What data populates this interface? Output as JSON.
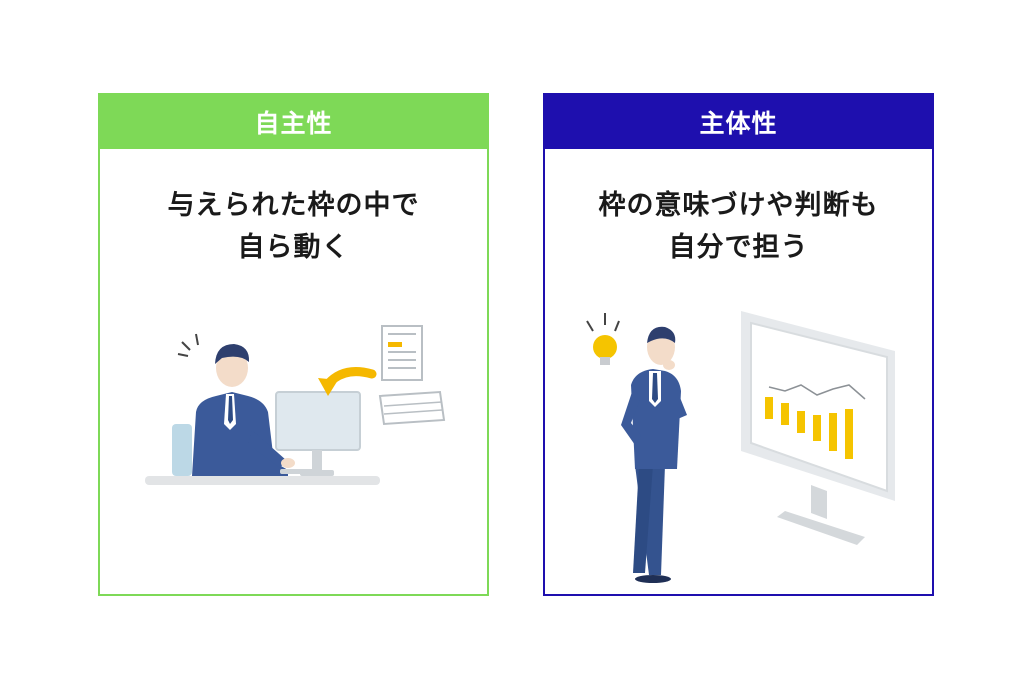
{
  "left_card": {
    "title": "自主性",
    "line1": "与えられた枠の中で",
    "line2": "自ら動く",
    "color": "#7ed957"
  },
  "right_card": {
    "title": "主体性",
    "line1": "枠の意味づけや判断も",
    "line2": "自分で担う",
    "color": "#1e0fae"
  },
  "icons": {
    "left_illustration": "businessman-at-computer-icon",
    "right_illustration": "businessman-thinking-with-monitor-chart-icon"
  }
}
